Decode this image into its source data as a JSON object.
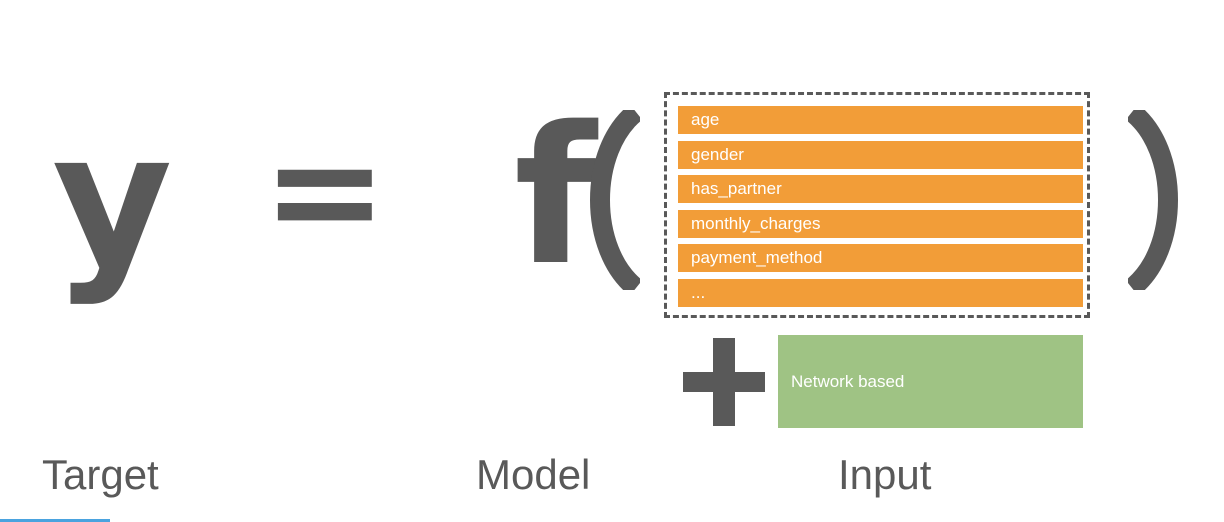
{
  "equation": {
    "target_symbol": "y",
    "equals_symbol": "=",
    "function_symbol": "f"
  },
  "features": [
    "age",
    "gender",
    "has_partner",
    "monthly_charges",
    "payment_method",
    "..."
  ],
  "network": {
    "label": "Network based"
  },
  "labels": {
    "target": "Target",
    "model": "Model",
    "input": "Input"
  },
  "colors": {
    "text": "#595959",
    "feature_bar": "#f29d38",
    "network_box": "#9fc384",
    "accent": "#4aa3df"
  }
}
